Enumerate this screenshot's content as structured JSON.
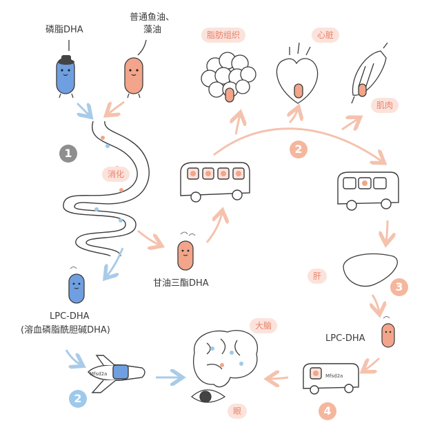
{
  "sources": {
    "phospholipid_dha": "磷脂DHA",
    "regular_fish_oil_line1": "普通鱼油、",
    "regular_fish_oil_line2": "藻油"
  },
  "steps": {
    "digestion": "消化",
    "triglyceride_dha": "甘油三酯DHA",
    "lpc_dha": "LPC-DHA",
    "lpc_dha_full": "(溶血磷脂酰胆碱DHA)",
    "lpc_dha_right": "LPC-DHA"
  },
  "organs": {
    "adipose": "脂肪组织",
    "heart": "心脏",
    "muscle": "肌肉",
    "liver": "肝",
    "brain": "大脑",
    "eye": "眼"
  },
  "numbers": [
    "1",
    "2",
    "2",
    "3",
    "4"
  ],
  "vehicle_labels": {
    "plane": "Mfsd2a",
    "bus": "Mfsd2a"
  },
  "colors": {
    "blue_capsule": "#6f9fe0",
    "orange_capsule": "#f2a58a",
    "pink_pill_bg": "#fbe3dc",
    "pink_text": "#e8826a",
    "blue_arrow": "#a9cbe8",
    "orange_arrow": "#f4c2ad",
    "gray_number": "#8e8e8e"
  }
}
